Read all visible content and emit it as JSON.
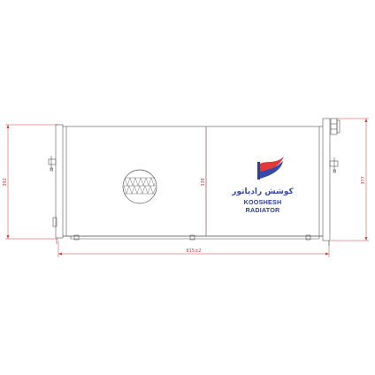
{
  "dimensions": {
    "overall_width": "815±2",
    "left_height": "392",
    "core_height": "338",
    "right_height": "377"
  },
  "brand": {
    "script_name": "کوشش رادیاتور",
    "name_line1": "KOOSHESH",
    "name_line2": "RADIATOR"
  },
  "colors": {
    "drawing_line": "#555555",
    "dimension_line": "#d23b3b",
    "brand_blue": "#2f3f96",
    "brand_red": "#e03a3a"
  }
}
